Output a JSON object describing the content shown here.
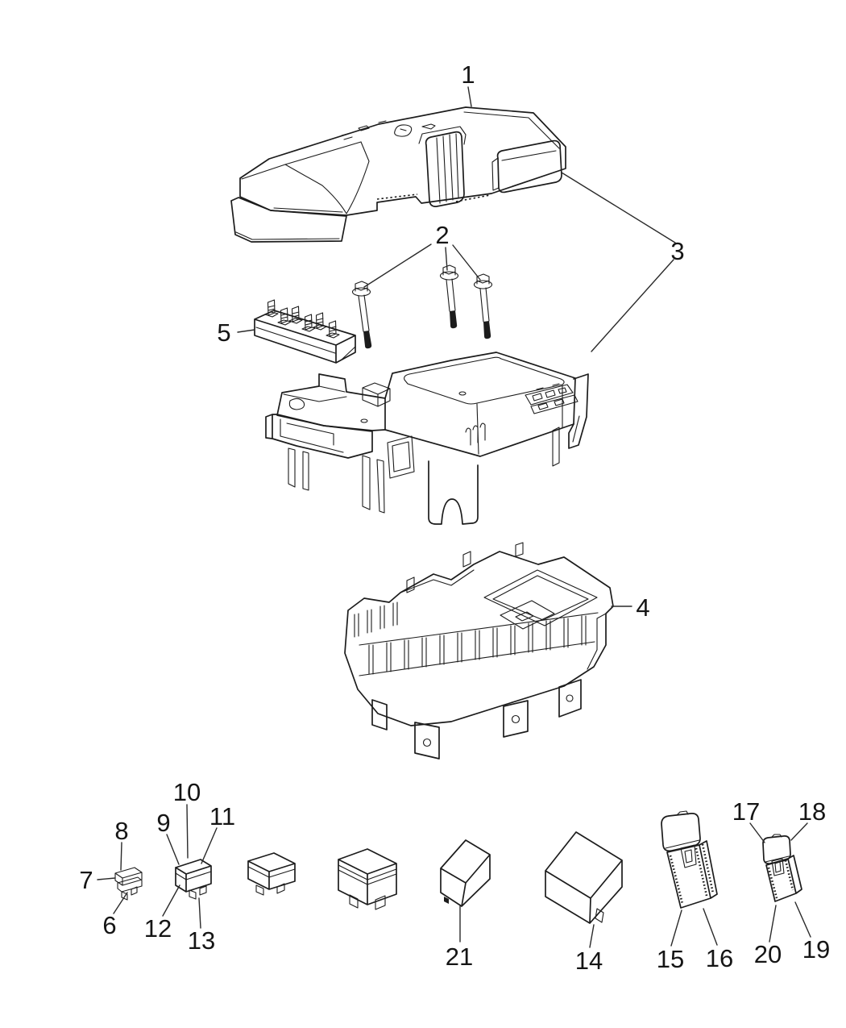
{
  "figure": {
    "background_color": "#ffffff",
    "line_color": "#1c1c1c",
    "label_color": "#151515"
  },
  "callouts": [
    {
      "label": "1"
    },
    {
      "label": "2"
    },
    {
      "label": "3"
    },
    {
      "label": "4"
    },
    {
      "label": "5"
    },
    {
      "label": "6"
    },
    {
      "label": "7"
    },
    {
      "label": "8"
    },
    {
      "label": "9"
    },
    {
      "label": "10"
    },
    {
      "label": "11"
    },
    {
      "label": "12"
    },
    {
      "label": "13"
    },
    {
      "label": "14"
    },
    {
      "label": "15"
    },
    {
      "label": "16"
    },
    {
      "label": "17"
    },
    {
      "label": "18"
    },
    {
      "label": "19"
    },
    {
      "label": "20"
    },
    {
      "label": "21"
    }
  ]
}
